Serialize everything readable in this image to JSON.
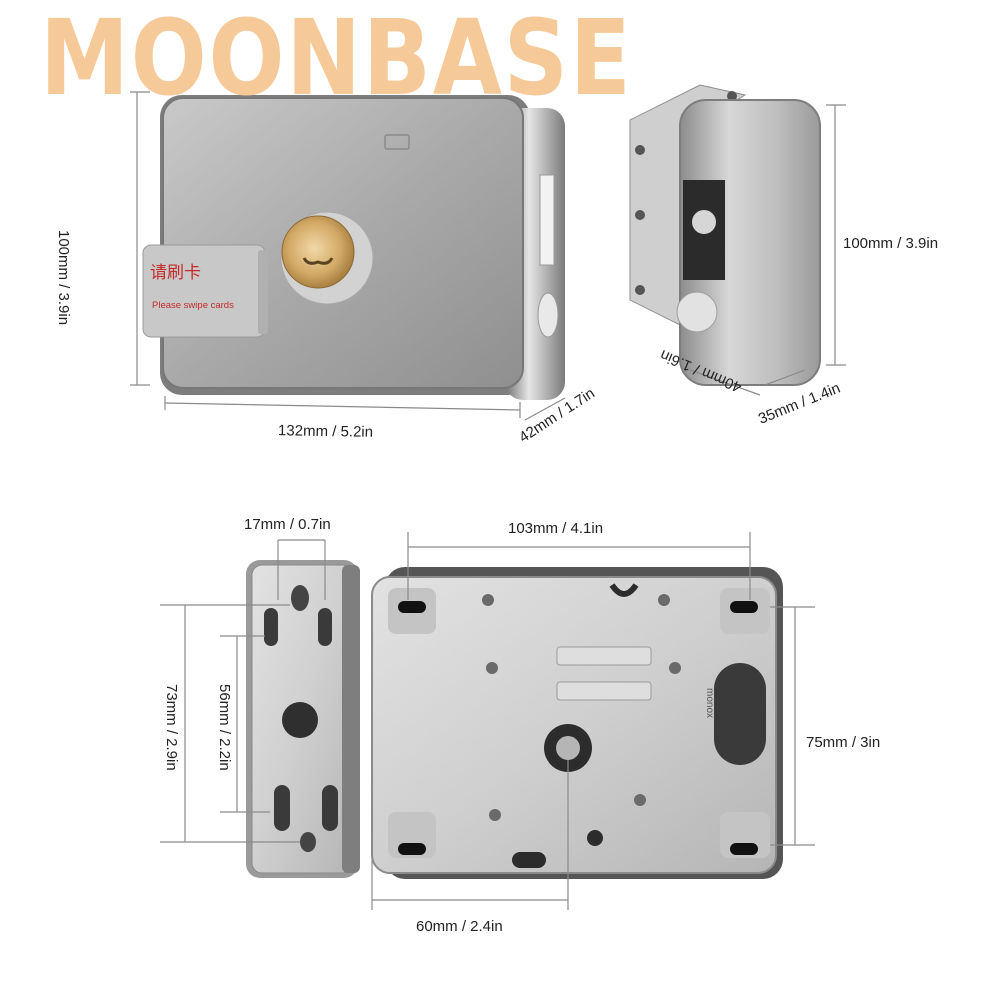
{
  "watermark": "MOONBASE",
  "colors": {
    "watermark": "#f6c690",
    "steel": "#b8b8b8",
    "dim_line": "#8a8a8a",
    "brass": "#d8b27a",
    "label_card": "#cfcfcf",
    "label_red": "#c42a2a"
  },
  "lock_front": {
    "card_label_cn": "请刷卡",
    "card_label_en": "Please swipe cards",
    "dim_height": "100mm / 3.9in",
    "dim_width": "132mm / 5.2in",
    "dim_depth": "42mm / 1.7in"
  },
  "strike_box": {
    "dim_height": "100mm / 3.9in",
    "dim_width": "40mm / 1.6in",
    "dim_depth": "35mm / 1.4in"
  },
  "strike_plate": {
    "dim_top": "17mm / 0.7in",
    "dim_outer_height": "73mm / 2.9in",
    "dim_inner_height": "56mm / 2.2in"
  },
  "lock_back": {
    "dim_hole_spacing": "103mm / 4.1in",
    "dim_vertical_spacing": "75mm / 3in",
    "dim_keyhole_offset": "60mm / 2.4in",
    "brand_mark": "monox"
  }
}
